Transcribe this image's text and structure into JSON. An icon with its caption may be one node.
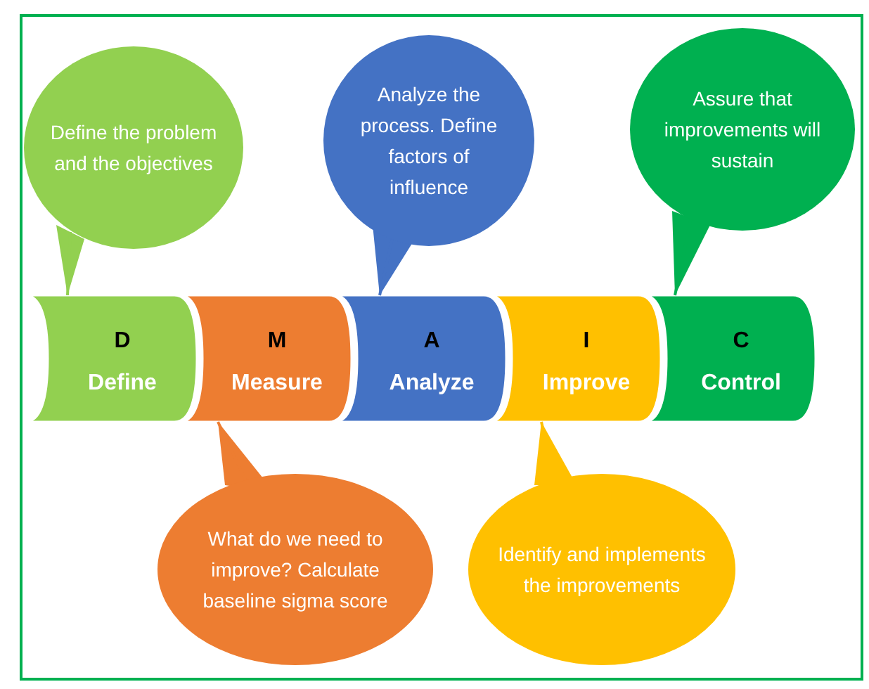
{
  "diagram": {
    "nodes": [
      {
        "text": [
          "D",
          "Define"
        ]
      },
      {
        "text": [
          "M",
          "Measure"
        ]
      },
      {
        "text": [
          "A",
          "Analyze"
        ]
      },
      {
        "text": [
          "I",
          "Improve"
        ]
      },
      {
        "text": [
          "C",
          "Control"
        ]
      },
      {
        "text": [
          "Define the problem and the objectives"
        ]
      },
      {
        "text": [
          "What do we need to improve? Calculate baseline sigma score"
        ]
      },
      {
        "text": [
          "Analyze the process. Define factors of influence"
        ]
      },
      {
        "text": [
          "Identify and implements the improvements"
        ]
      },
      {
        "text": [
          "Assure that improvements will sustain"
        ]
      }
    ],
    "edges": [
      {
        "from": 5,
        "to": 0,
        "arrow": "to",
        "color": "#92d050"
      },
      {
        "from": 6,
        "to": 1,
        "arrow": "to",
        "color": "#ed7d31"
      },
      {
        "from": 7,
        "to": 2,
        "arrow": "to",
        "color": "#4472c4"
      },
      {
        "from": 8,
        "to": 3,
        "arrow": "to",
        "color": "#ffc000"
      },
      {
        "from": 9,
        "to": 4,
        "arrow": "to",
        "color": "#00b050"
      }
    ]
  }
}
